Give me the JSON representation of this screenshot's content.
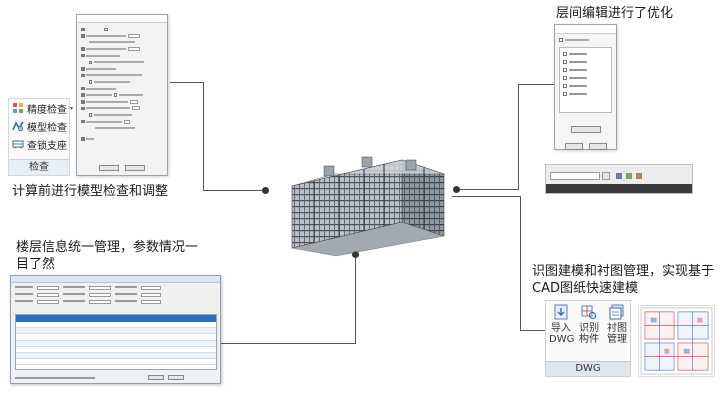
{
  "captions": {
    "floor_edit": "层间编辑进行了优化",
    "model_check": "计算前进行模型检查和调整",
    "floor_info": "楼层信息统一管理，参数情况一目了然",
    "dwg_model": "识图建模和衬图管理，实现基于CAD图纸快速建模"
  },
  "check_ribbon": {
    "items": [
      {
        "label": "精度检查",
        "icon": "precision-check-icon"
      },
      {
        "label": "模型检查",
        "icon": "model-check-icon"
      },
      {
        "label": "查锁支座",
        "icon": "support-lock-icon"
      }
    ],
    "footer": "检查"
  },
  "dwg_ribbon": {
    "items": [
      {
        "label": "导入DWG",
        "icon": "import-dwg-icon"
      },
      {
        "label": "识别构件",
        "icon": "recognize-component-icon"
      },
      {
        "label": "衬图管理",
        "icon": "underlay-manage-icon"
      }
    ],
    "footer": "DWG"
  },
  "colors": {
    "accent_blue": "#2f6fb5",
    "connector": "#555555",
    "ribbon_footer": "#e8eef5"
  }
}
